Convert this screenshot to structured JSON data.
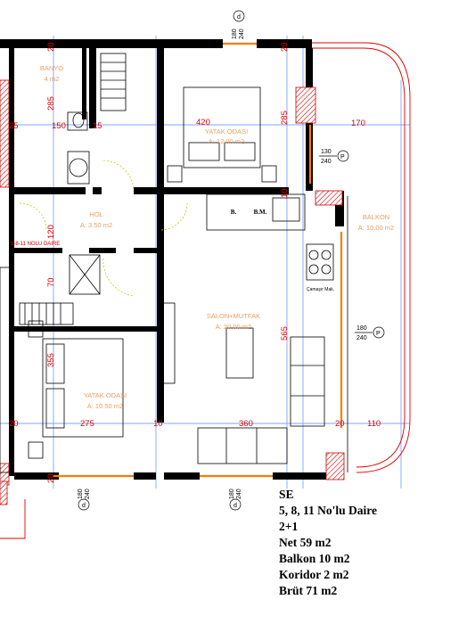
{
  "rooms": [
    {
      "name": "BANYO",
      "area": "4 m2"
    },
    {
      "name": "YATAK ODASI",
      "area": "A: 12.00 m2"
    },
    {
      "name": "HOL",
      "area": "A: 3.50 m2"
    },
    {
      "name": "BALKON",
      "area": "A: 10.00 m2"
    },
    {
      "name": "SALON+MUTFAK",
      "area": "A: 20.00 m2"
    },
    {
      "name": "YATAK ODASI",
      "area": "A: 10.50 m2"
    }
  ],
  "dimensions": {
    "top": [
      "25",
      "150",
      "15",
      "420",
      "285",
      "170"
    ],
    "bottom": [
      "20",
      "275",
      "10",
      "360",
      "20",
      "110"
    ],
    "left_vertical": [
      "20",
      "285",
      "120",
      "70",
      "355",
      "20"
    ],
    "right_vertical": [
      "20",
      "285",
      "10",
      "565"
    ]
  },
  "openings": [
    {
      "w": "180",
      "h": "240",
      "type": "d"
    },
    {
      "w": "130",
      "h": "240",
      "type": "P"
    },
    {
      "w": "180",
      "h": "240",
      "type": "P"
    },
    {
      "w": "180",
      "h": "240",
      "type": "d"
    },
    {
      "w": "180",
      "h": "240",
      "type": "d"
    }
  ],
  "fixtures": {
    "b": "B.",
    "bm": "B.M.",
    "cooker": "Çamaşır Mak."
  },
  "unit_tag": "5-8-11 NOLU DAIRE",
  "legend": {
    "code": "SE",
    "unit": "5, 8, 11 No'lu Daire",
    "type": "2+1",
    "net": "Net 59 m2",
    "balcony": "Balkon 10 m2",
    "corridor": "Koridor 2 m2",
    "gross": "Brüt 71 m2"
  }
}
